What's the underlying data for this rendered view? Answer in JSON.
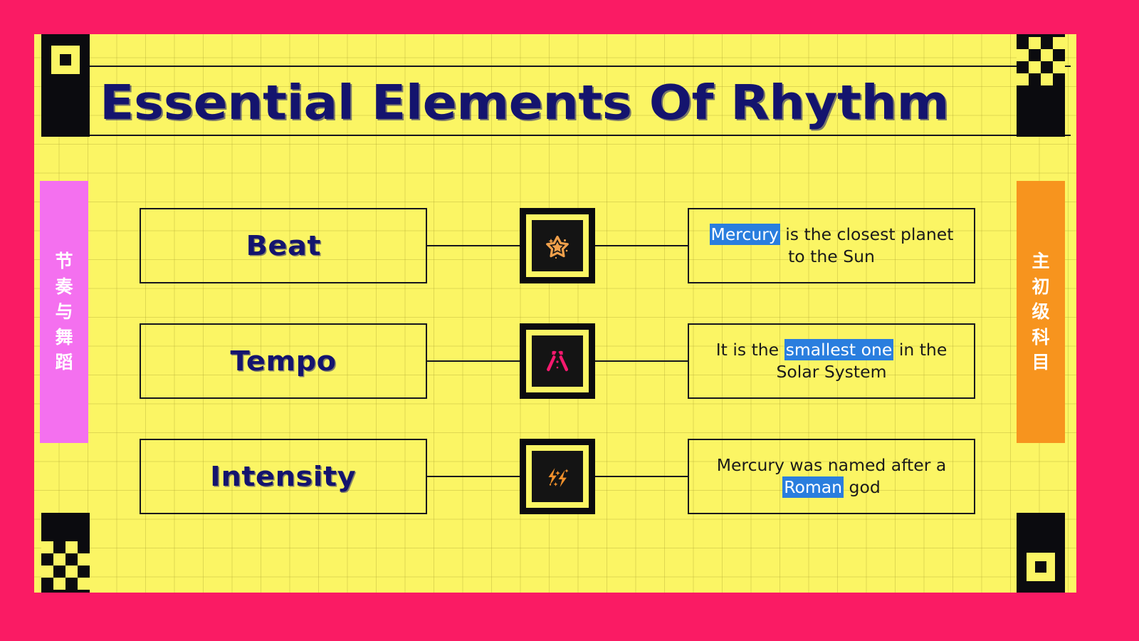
{
  "page": {
    "title": "Essential Elements Of Rhythm",
    "background_color": "#fa1b64",
    "canvas_color": "#fbf564",
    "title_color": "#14146e",
    "highlight_color": "#2a7ede"
  },
  "side_tabs": {
    "left": {
      "name": "rhythm-and-dance-tab",
      "color": "#f470ef",
      "characters": [
        "节",
        "奏",
        "与",
        "舞",
        "蹈"
      ]
    },
    "right": {
      "name": "primary-subject-tab",
      "color": "#f7941e",
      "characters": [
        "主",
        "初",
        "级",
        "科",
        "目"
      ]
    }
  },
  "corners": {
    "top_left": "square-in-square",
    "top_right": "checkerboard",
    "bottom_left": "checkerboard",
    "bottom_right": "square-in-square"
  },
  "rows": [
    {
      "label": "Beat",
      "icon": "star-icon",
      "icon_color": "#f0a04b",
      "description_parts": [
        {
          "text": "Mercury",
          "highlight": true
        },
        {
          "text": " is the closest planet to the Sun",
          "highlight": false
        }
      ],
      "description_plain": "Mercury is the closest planet to the Sun"
    },
    {
      "label": "Tempo",
      "icon": "party-popper-icon",
      "icon_color": "#f5196e",
      "description_parts": [
        {
          "text": "It is the ",
          "highlight": false
        },
        {
          "text": "smallest one",
          "highlight": true
        },
        {
          "text": " in the Solar System",
          "highlight": false
        }
      ],
      "description_plain": "It is the smallest one in the Solar System"
    },
    {
      "label": "Intensity",
      "icon": "lightning-bolts-icon",
      "icon_color": "#f0902b",
      "description_parts": [
        {
          "text": "Mercury was named after a ",
          "highlight": false
        },
        {
          "text": "Roman",
          "highlight": true
        },
        {
          "text": " god",
          "highlight": false
        }
      ],
      "description_plain": "Mercury was named after a Roman god"
    }
  ]
}
